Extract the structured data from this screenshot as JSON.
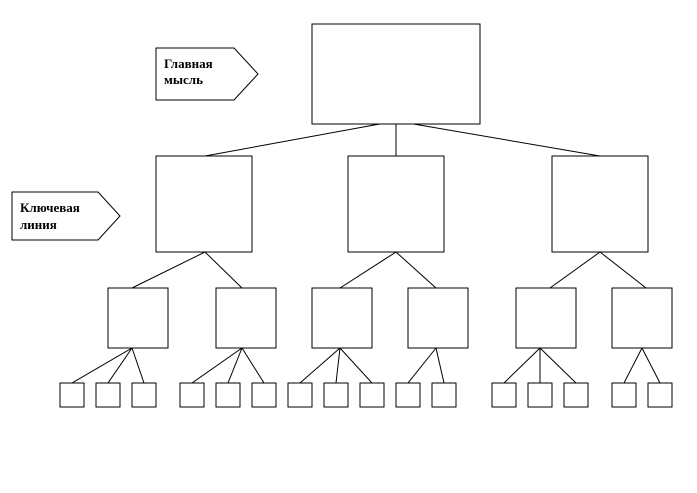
{
  "labels": {
    "main_idea": [
      "Главная",
      "мысль"
    ],
    "key_line": [
      "Ключевая",
      "линия"
    ]
  },
  "colors": {
    "background": "#ffffff",
    "stroke": "#000000"
  }
}
